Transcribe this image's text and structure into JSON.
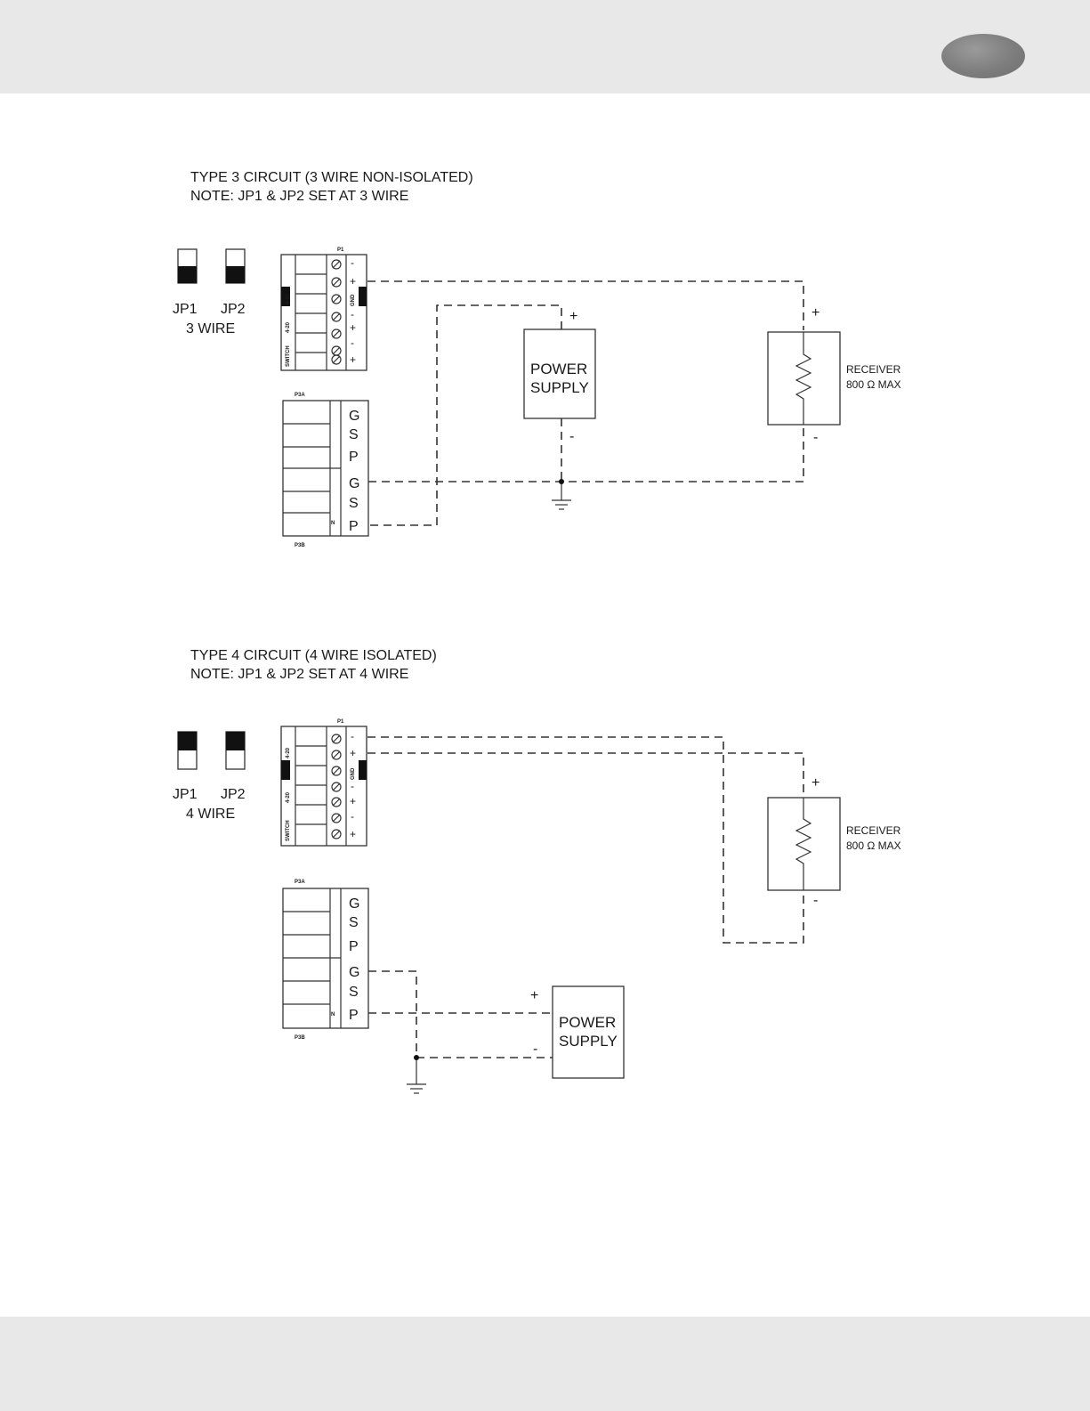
{
  "header": {
    "badge": ""
  },
  "circuits": [
    {
      "title": "TYPE 3 CIRCUIT (3 WIRE NON-ISOLATED)",
      "note": "NOTE: JP1 & JP2 SET AT 3 WIRE",
      "jumpers": {
        "jp1": "JP1",
        "jp2": "JP2",
        "setting": "3 WIRE"
      },
      "p1": {
        "header": "P1",
        "side_labels": [
          "4-20",
          "4-20",
          "SWITCH"
        ],
        "gnd": "GND",
        "signs": [
          "-",
          "+",
          "-",
          "+",
          "-",
          "+"
        ]
      },
      "p3": {
        "top": "P3A",
        "bottom": "P3B",
        "marker": "N",
        "pins": [
          "G",
          "S",
          "P",
          "G",
          "S",
          "P"
        ]
      },
      "power_supply": {
        "line1": "POWER",
        "line2": "SUPPLY",
        "plus": "+",
        "minus": "-"
      },
      "receiver": {
        "line1": "RECEIVER",
        "line2": "800 Ω MAX",
        "plus": "+",
        "minus": "-"
      }
    },
    {
      "title": "TYPE 4 CIRCUIT (4 WIRE ISOLATED)",
      "note": "NOTE: JP1 & JP2 SET AT 4 WIRE",
      "jumpers": {
        "jp1": "JP1",
        "jp2": "JP2",
        "setting": "4 WIRE"
      },
      "p1": {
        "header": "P1",
        "side_labels": [
          "4-20",
          "4-20",
          "SWITCH"
        ],
        "gnd": "GND",
        "signs": [
          "-",
          "+",
          "-",
          "+",
          "-",
          "+"
        ]
      },
      "p3": {
        "top": "P3A",
        "bottom": "P3B",
        "marker": "N",
        "pins": [
          "G",
          "S",
          "P",
          "G",
          "S",
          "P"
        ]
      },
      "power_supply": {
        "line1": "POWER",
        "line2": "SUPPLY",
        "plus": "+",
        "minus": "-"
      },
      "receiver": {
        "line1": "RECEIVER",
        "line2": "800 Ω MAX",
        "plus": "+",
        "minus": "-"
      }
    }
  ]
}
